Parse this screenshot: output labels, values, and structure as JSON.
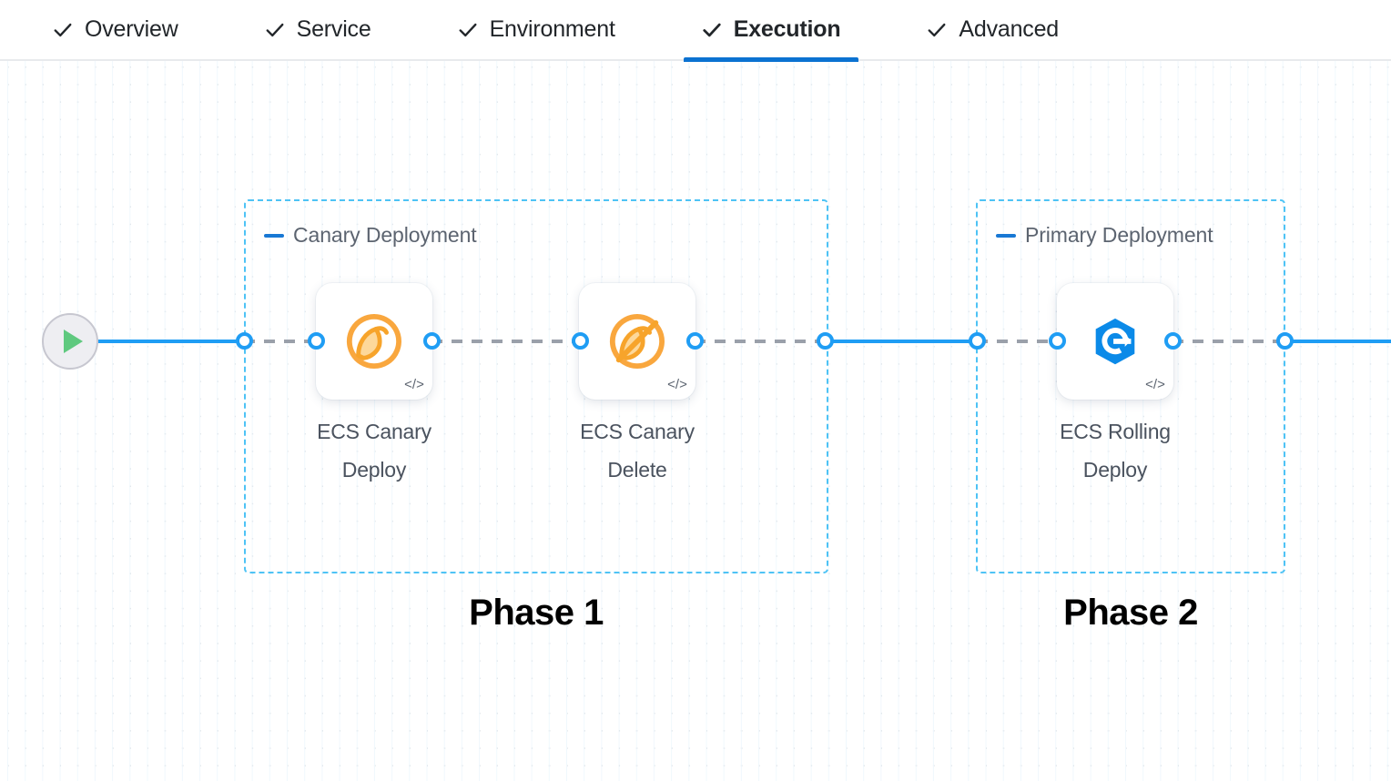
{
  "tabs": [
    {
      "label": "Overview",
      "icon": "check-icon",
      "active": false
    },
    {
      "label": "Service",
      "icon": "check-icon",
      "active": false
    },
    {
      "label": "Environment",
      "icon": "check-icon",
      "active": false
    },
    {
      "label": "Execution",
      "icon": "check-icon",
      "active": true
    },
    {
      "label": "Advanced",
      "icon": "check-icon",
      "active": false
    }
  ],
  "canvas": {
    "start_node": {
      "icon": "play-icon",
      "name": "pipeline-start"
    },
    "groups": [
      {
        "title": "Canary Deployment",
        "collapse_icon": "minus-icon",
        "phase_label": "Phase 1"
      },
      {
        "title": "Primary Deployment",
        "collapse_icon": "minus-icon",
        "phase_label": "Phase 2"
      }
    ],
    "nodes": [
      {
        "label": "ECS Canary Deploy",
        "icon": "canary-bird-icon",
        "badge": "</>"
      },
      {
        "label": "ECS Canary Delete",
        "icon": "canary-bird-delete-icon",
        "badge": "</>"
      },
      {
        "label": "ECS Rolling Deploy",
        "icon": "rolling-deploy-icon",
        "badge": "</>"
      }
    ]
  },
  "colors": {
    "accent_blue": "#1f9df4",
    "active_tab_underline": "#0b72d1",
    "group_border": "#4ec3f5",
    "canary_orange": "#f7a42b",
    "rolling_blue": "#0b8ae8",
    "play_green": "#5fc97f",
    "edge_dash_gray": "#9aa0aa"
  }
}
